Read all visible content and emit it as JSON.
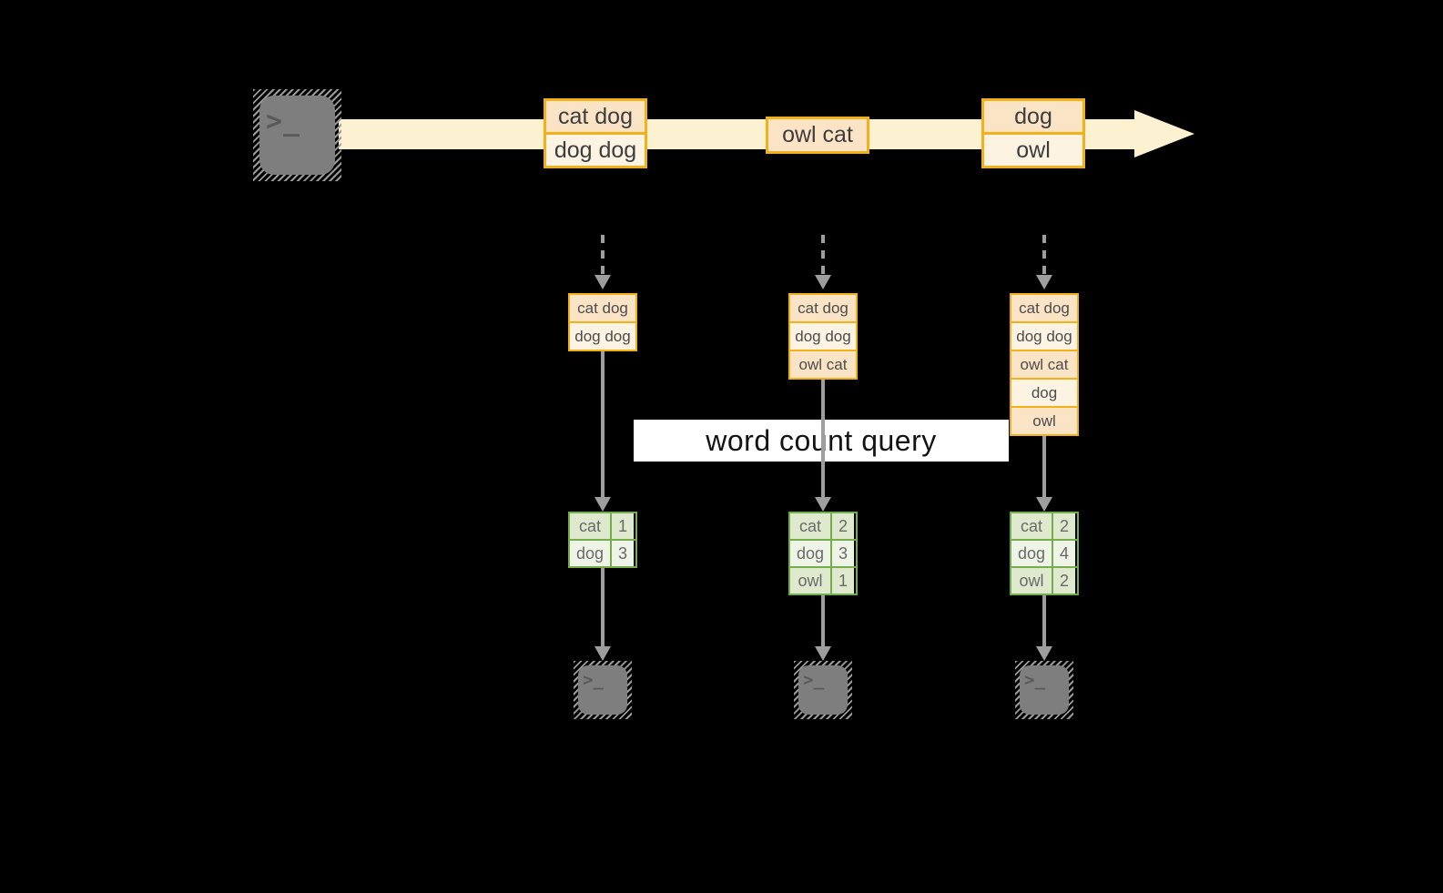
{
  "banner": {
    "label": "word count query"
  },
  "terminal": {
    "glyph": ">_"
  },
  "colors": {
    "background": "#000000",
    "stream_band": "#fcf1d0",
    "event_border": "#f2b118",
    "event_fill_odd": "#fbe3c6",
    "event_fill_even": "#fdf3e3",
    "table_border": "#74ad4b",
    "table_fill_odd": "#dee9ce",
    "table_fill_even": "#eef4e6",
    "arrow_gray": "#9e9e9e",
    "terminal_gray": "#7e7e7e",
    "banner_bg": "#ffffff"
  },
  "stream_events": [
    {
      "lines": [
        "cat dog",
        "dog dog"
      ]
    },
    {
      "lines": [
        "owl cat"
      ]
    },
    {
      "lines": [
        "dog",
        "owl"
      ]
    }
  ],
  "columns": [
    {
      "buffer": [
        "cat dog",
        "dog dog"
      ],
      "counts": [
        {
          "word": "cat",
          "count": "1"
        },
        {
          "word": "dog",
          "count": "3"
        }
      ]
    },
    {
      "buffer": [
        "cat dog",
        "dog dog",
        "owl cat"
      ],
      "counts": [
        {
          "word": "cat",
          "count": "2"
        },
        {
          "word": "dog",
          "count": "3"
        },
        {
          "word": "owl",
          "count": "1"
        }
      ]
    },
    {
      "buffer": [
        "cat dog",
        "dog dog",
        "owl cat",
        "dog",
        "owl"
      ],
      "counts": [
        {
          "word": "cat",
          "count": "2"
        },
        {
          "word": "dog",
          "count": "4"
        },
        {
          "word": "owl",
          "count": "2"
        }
      ]
    }
  ]
}
